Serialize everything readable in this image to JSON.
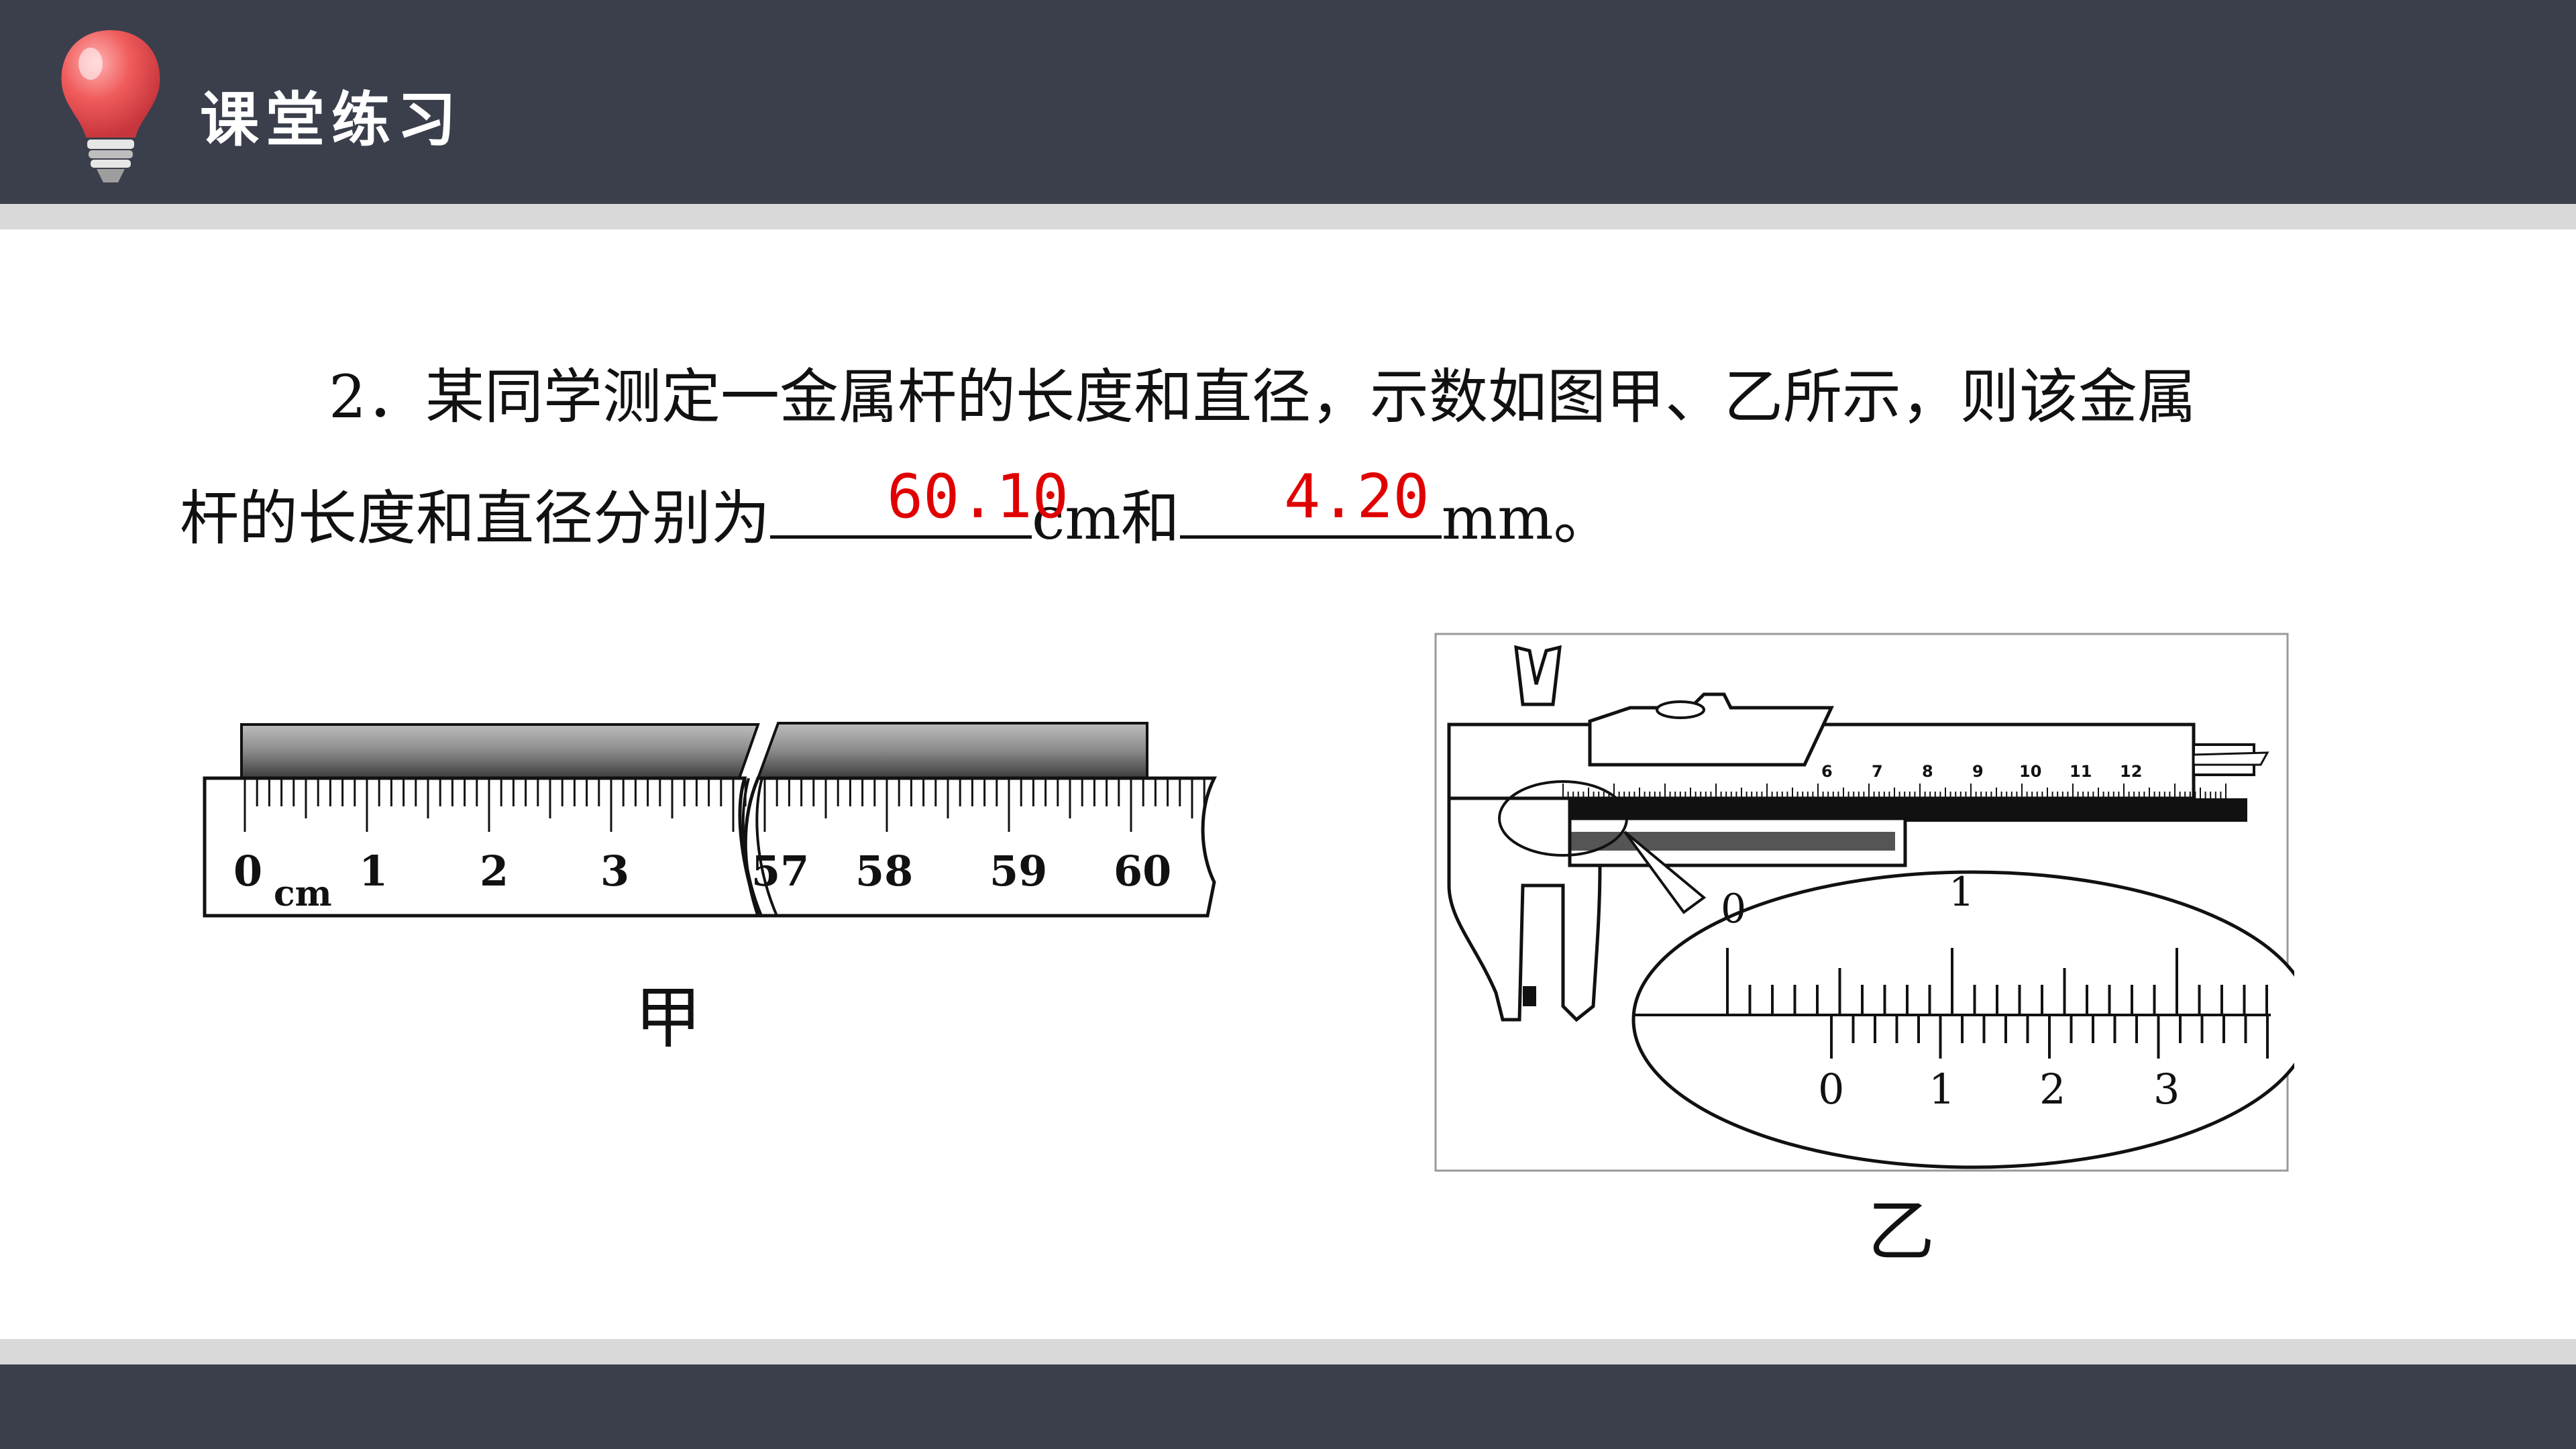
{
  "header": {
    "title": "课堂练习"
  },
  "question": {
    "line1": "2．某同学测定一金属杆的长度和直径，示数如图甲、乙所示，则该金属",
    "line2_prefix": "杆的长度和直径分别为",
    "unit_length": "cm和",
    "unit_diameter": "mm。",
    "answer_length": "60.10",
    "answer_diameter": "4.20"
  },
  "figure_jia": {
    "caption": "甲",
    "unit": "cm",
    "labels_left": [
      "0",
      "1",
      "2",
      "3"
    ],
    "labels_right": [
      "57",
      "58",
      "59",
      "60"
    ]
  },
  "figure_yi": {
    "caption": "乙",
    "main_scale_labels": [
      "6",
      "7",
      "8",
      "9",
      "10",
      "11",
      "12"
    ],
    "zoom_main_labels": [
      "0",
      "1"
    ],
    "zoom_vernier_labels": [
      "0",
      "1",
      "2",
      "3"
    ]
  },
  "colors": {
    "header_bg": "#3a3f4b",
    "stripe": "#d9d9d9",
    "answer": "#e00000"
  }
}
